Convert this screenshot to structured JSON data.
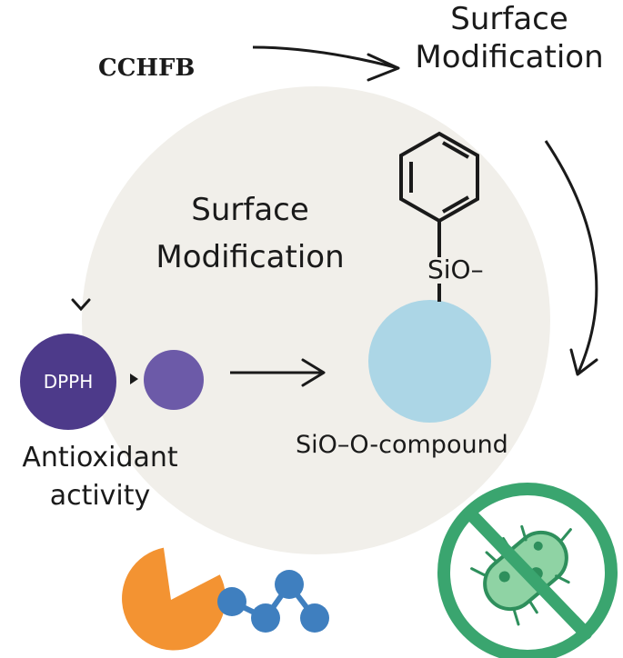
{
  "labels": {
    "top_title": "Surface Modification",
    "cchfb": "CCHFB",
    "center_title": "Surface Modification",
    "sio_group": "SiO–",
    "compound": "SiO–O-compound",
    "dpph": "DPPH",
    "antioxidant": "Antioxidant activity"
  },
  "colors": {
    "background_circle": "#f1efea",
    "dpph": "#4d3a8a",
    "radical": "#6c5aa8",
    "nanoparticle": "#acd6e6",
    "pacman": "#f39332",
    "molecule": "#3f7fbf",
    "antibacterial": "#3aa56f"
  },
  "icons": [
    "benzene-ring-icon",
    "arrow-icon",
    "pacman-icon",
    "molecule-chain-icon",
    "no-bacteria-icon"
  ]
}
